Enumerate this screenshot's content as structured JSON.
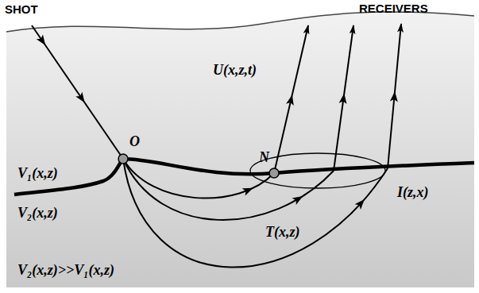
{
  "diagram": {
    "labels": [
      "SHOT",
      "RECEIVERS",
      "U(x,z,t)",
      "O",
      "N",
      "V₁(x,z)",
      "V₂(x,z)",
      "I(z,x)",
      "T(x,z)",
      "V₂(x,z)>>V₁(x,z)"
    ]
  }
}
